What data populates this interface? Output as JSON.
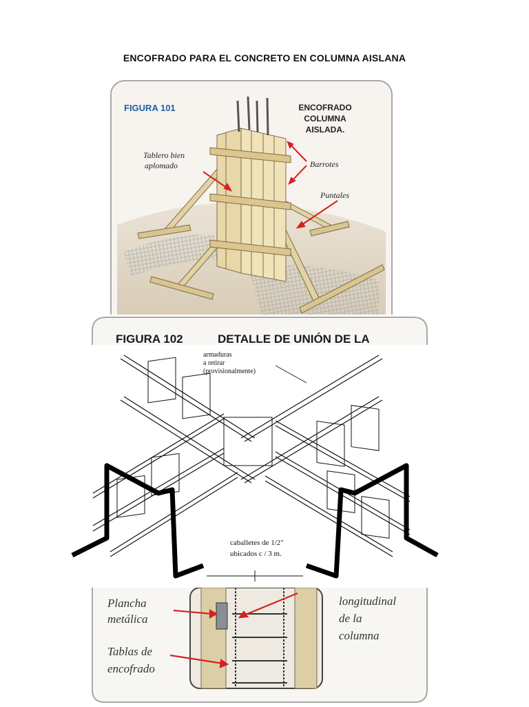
{
  "document": {
    "title": "ENCOFRADO PARA EL CONCRETO EN COLUMNA AISLANA"
  },
  "figure101": {
    "label": "FIGURA 101",
    "title_line1": "ENCOFRADO",
    "title_line2": "COLUMNA",
    "title_line3": "AISLADA.",
    "callout_tablero_line1": "Tablero bien",
    "callout_tablero_line2": "aplomado",
    "callout_barrotes": "Barrotes",
    "callout_puntales": "Puntales"
  },
  "figure102": {
    "label": "FIGURA 102",
    "title": "DETALLE DE UNIÓN DE LA"
  },
  "rebar_drawing": {
    "note_line1": "armaduras",
    "note_line2": "a retirar",
    "note_line3": "(provisionalmente)",
    "caballetes_line1": "caballetes de 1/2\"",
    "caballetes_line2": "ubicados c / 3 m."
  },
  "figure_bottom": {
    "left_label1_line1": "Plancha",
    "left_label1_line2": "metálica",
    "left_label2_line1": "Tablas de",
    "left_label2_line2": "encofrado",
    "right_label_line1": "longitudinal",
    "right_label_line2": "de la",
    "right_label_line3": "columna"
  }
}
